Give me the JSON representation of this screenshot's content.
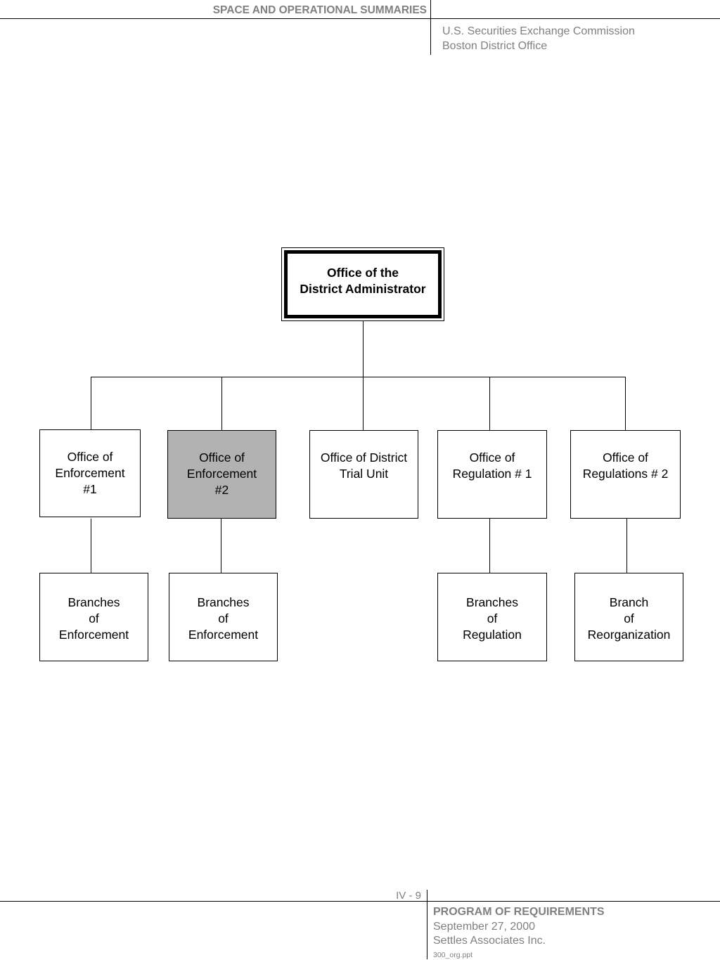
{
  "header": {
    "section_title": "SPACE AND OPERATIONAL SUMMARIES",
    "org_line1": "U.S. Securities Exchange Commission",
    "org_line2": "Boston District Office"
  },
  "org_chart": {
    "root": "Office of the\nDistrict Administrator",
    "offices": [
      "Office of\nEnforcement\n#1",
      "Office of\nEnforcement\n#2",
      "Office of District\nTrial Unit",
      "Office of\nRegulation # 1",
      "Office of\nRegulations # 2"
    ],
    "branches": [
      "Branches\nof\nEnforcement",
      "Branches\nof\nEnforcement",
      "Branches\nof\nRegulation",
      "Branch\nof\nReorganization"
    ],
    "highlight_color": "#b2b2b2"
  },
  "footer": {
    "page_number": "IV - 9",
    "program": "PROGRAM OF REQUIREMENTS",
    "date": "September 27, 2000",
    "company": "Settles Associates Inc.",
    "file": "300_org.ppt"
  }
}
